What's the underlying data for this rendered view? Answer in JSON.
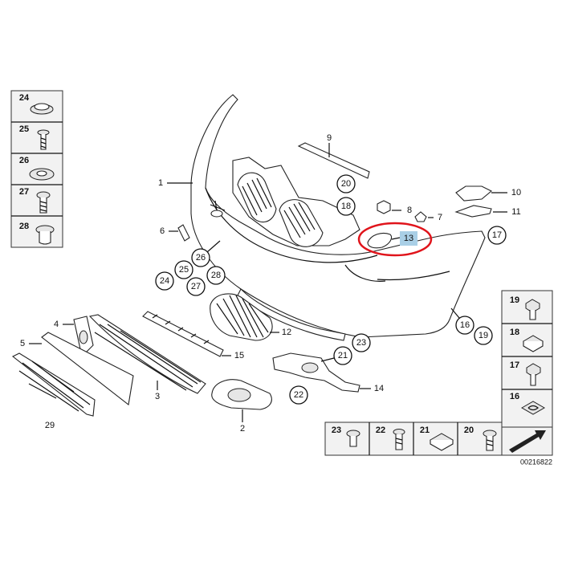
{
  "left_legend": [
    "24",
    "25",
    "26",
    "27",
    "28"
  ],
  "right_legend": [
    "19",
    "18",
    "17",
    "16"
  ],
  "bottom_legend": [
    "23",
    "22",
    "21",
    "20"
  ],
  "plain_labels": [
    "1",
    "2",
    "3",
    "4",
    "5",
    "6",
    "7",
    "8",
    "9",
    "10",
    "11",
    "12",
    "13",
    "14",
    "15",
    "29"
  ],
  "circle_labels": [
    "26",
    "25",
    "24",
    "27",
    "28",
    "20",
    "18",
    "17",
    "16",
    "19",
    "23",
    "21",
    "22"
  ],
  "highlight_label": "13",
  "diagram_code": "00216822",
  "colors": {
    "highlight_ring": "#e0141b",
    "highlight_box": "#a9cfe6",
    "cell_bg": "#f2f2f2"
  }
}
